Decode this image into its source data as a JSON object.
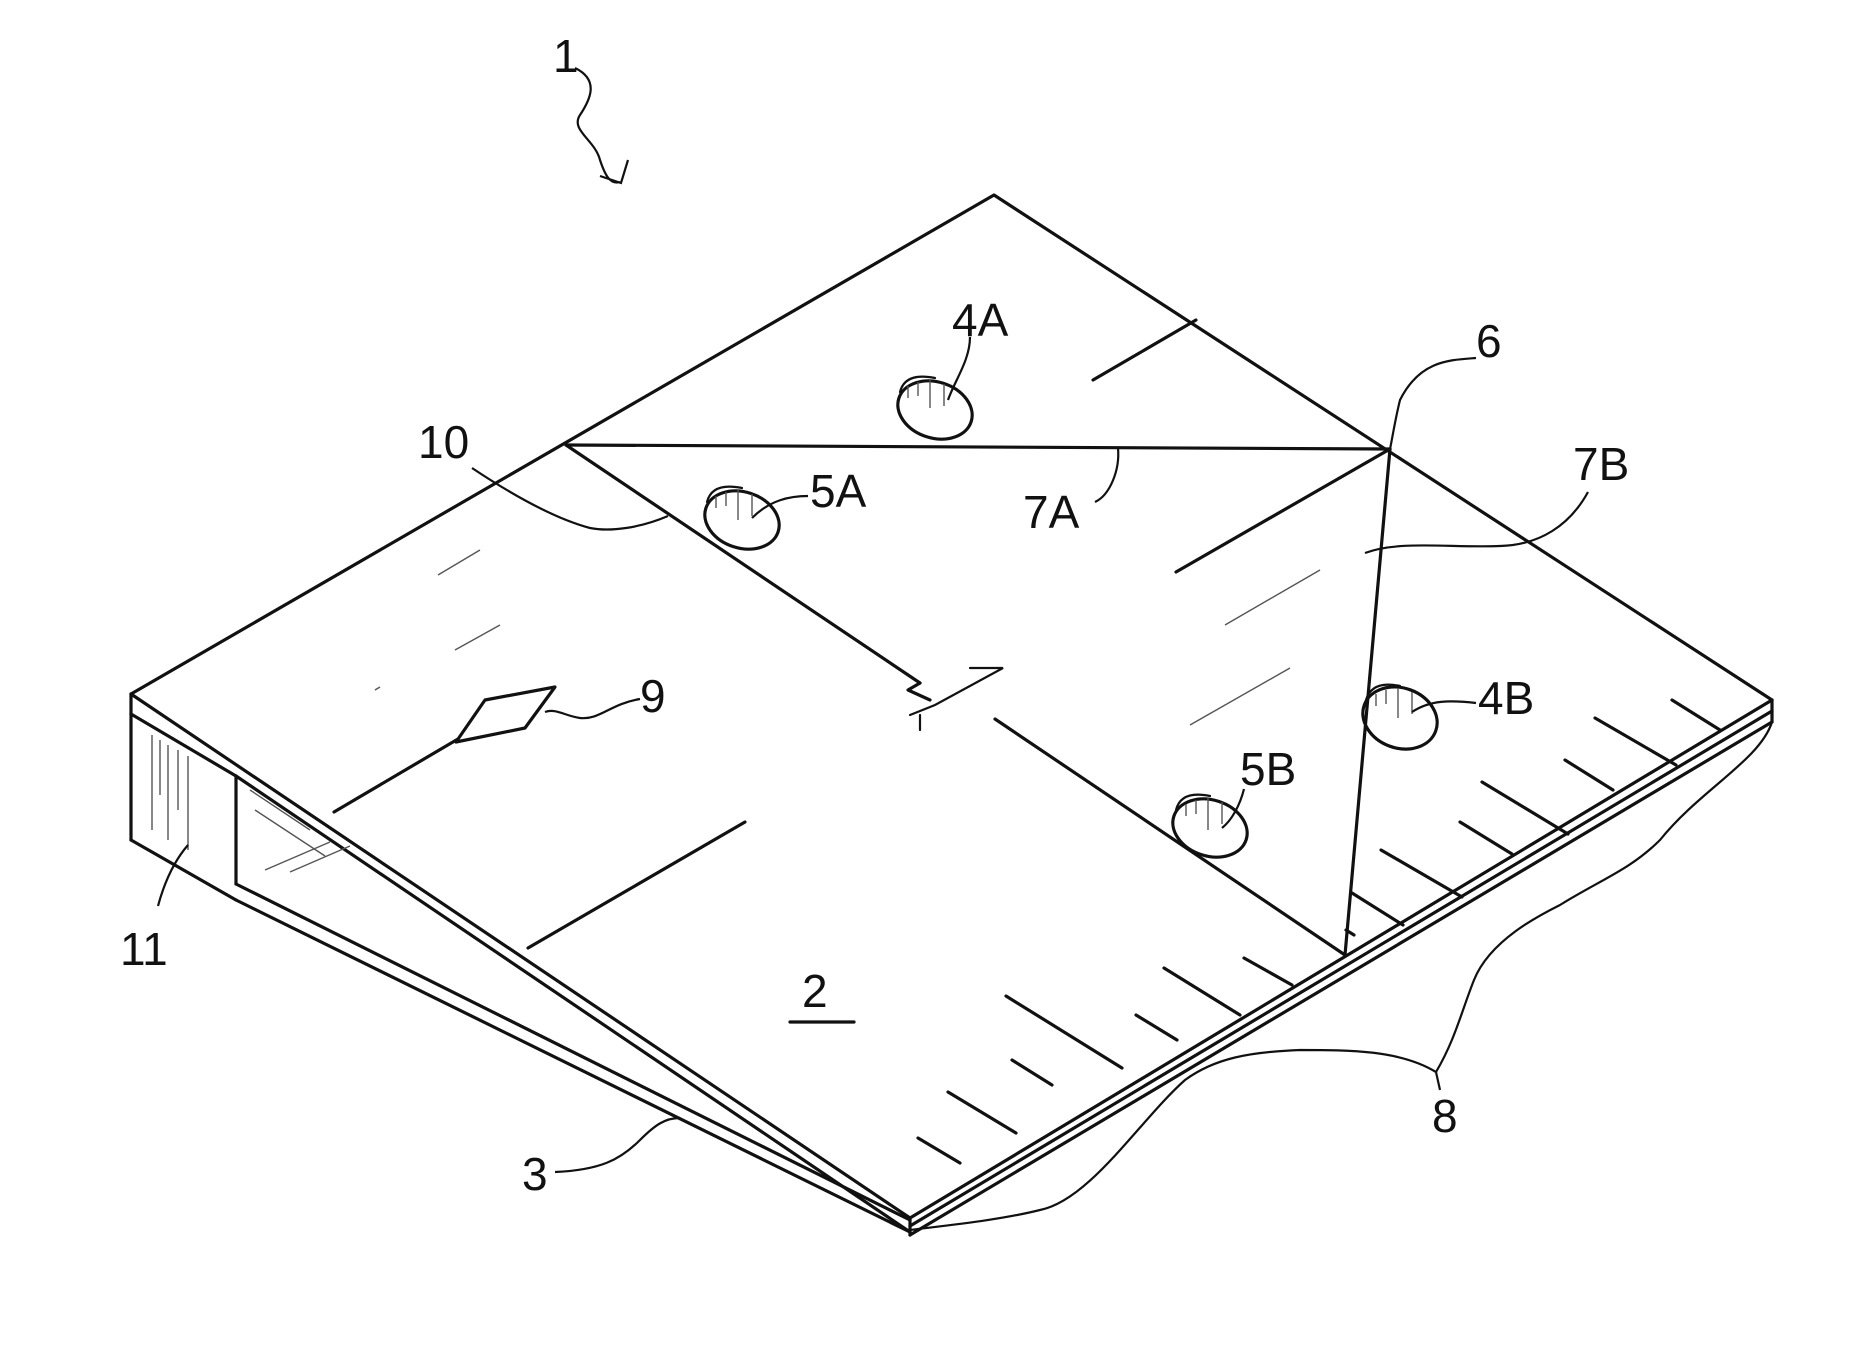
{
  "figure": {
    "labels": {
      "device": "1",
      "surface": "2",
      "tapered_edge": "3",
      "hole_4a": "4A",
      "hole_4b": "4B",
      "hole_5a": "5A",
      "hole_5b": "5B",
      "vertex": "6",
      "line_7a": "7A",
      "line_7b": "7B",
      "edge_strip": "8",
      "marker": "9",
      "fold_line": "10",
      "end_face": "11"
    }
  }
}
